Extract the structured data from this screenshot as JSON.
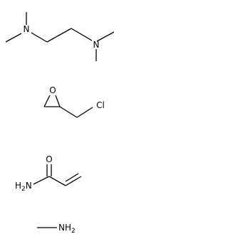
{
  "molecules": [
    {
      "name": "N,N,N',N'-tetramethylethylenediamine",
      "atom_labels": [
        "N",
        "N"
      ]
    },
    {
      "name": "epichlorohydrin",
      "atom_labels": [
        "O",
        "Cl"
      ]
    },
    {
      "name": "acrylamide",
      "atom_labels": [
        "O",
        "H",
        "2",
        "N"
      ]
    },
    {
      "name": "methylamine",
      "atom_labels": [
        "N",
        "H",
        "2"
      ]
    }
  ],
  "colors": {
    "bond": "#000000",
    "text": "#000000",
    "background": "#ffffff"
  }
}
